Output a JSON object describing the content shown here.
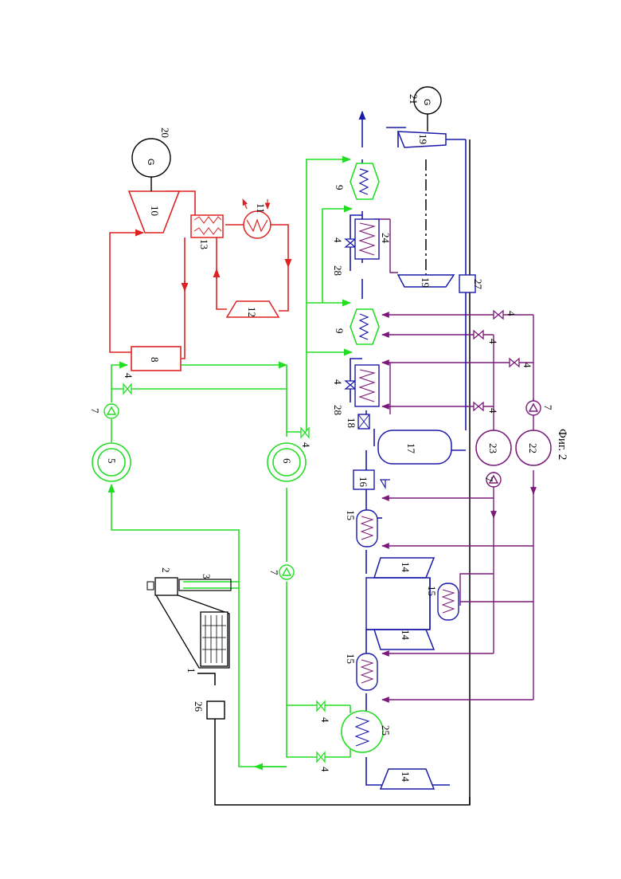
{
  "caption": "Фиг. 2",
  "generator_symbol": "G",
  "colors": {
    "green": "#22dd22",
    "red": "#dd2222",
    "blue": "#1a1aaa",
    "purple": "#7a1a7a",
    "black": "#000000"
  },
  "labels": {
    "n1": "1",
    "n2": "2",
    "n3": "3",
    "n4": "4",
    "n5": "5",
    "n6": "6",
    "n7": "7",
    "n8": "8",
    "n9": "9",
    "n10": "10",
    "n11": "11",
    "n12": "12",
    "n13": "13",
    "n14": "14",
    "n15": "15",
    "n16": "16",
    "n17": "17",
    "n18": "18",
    "n19": "19",
    "n20": "20",
    "n21": "21",
    "n22": "22",
    "n23": "23",
    "n24": "24",
    "n25": "25",
    "n26": "26",
    "n27": "27",
    "n28": "28"
  }
}
